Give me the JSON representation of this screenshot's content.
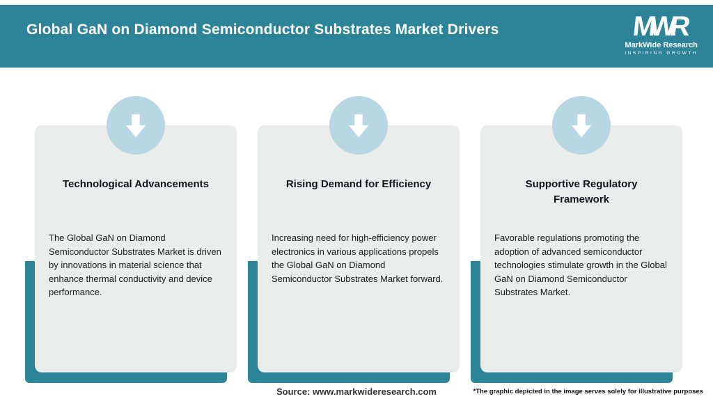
{
  "header": {
    "title": "Global GaN on Diamond Semiconductor Substrates Market Drivers",
    "logo": {
      "mark": "MWR",
      "name": "MarkWide Research",
      "tagline": "INSPIRING GROWTH"
    }
  },
  "cards": [
    {
      "title": "Technological Advancements",
      "body": "The Global GaN on Diamond Semiconductor Substrates Market is driven by innovations in material science that enhance thermal conductivity and device performance."
    },
    {
      "title": "Rising Demand for Efficiency",
      "body": "Increasing need for high-efficiency power electronics in various applications propels the Global GaN on Diamond Semiconductor Substrates Market forward."
    },
    {
      "title": "Supportive Regulatory Framework",
      "body": "Favorable regulations promoting the adoption of advanced semiconductor technologies stimulate growth in the Global GaN on Diamond Semiconductor Substrates Market."
    }
  ],
  "footer": {
    "source": "Source: www.markwideresearch.com",
    "disclaimer": "*The graphic depicted in the image serves solely for illustrative purposes"
  },
  "colors": {
    "teal": "#2d8499",
    "card_bg": "#e9edec",
    "circle_bg": "#b7d7e2"
  }
}
